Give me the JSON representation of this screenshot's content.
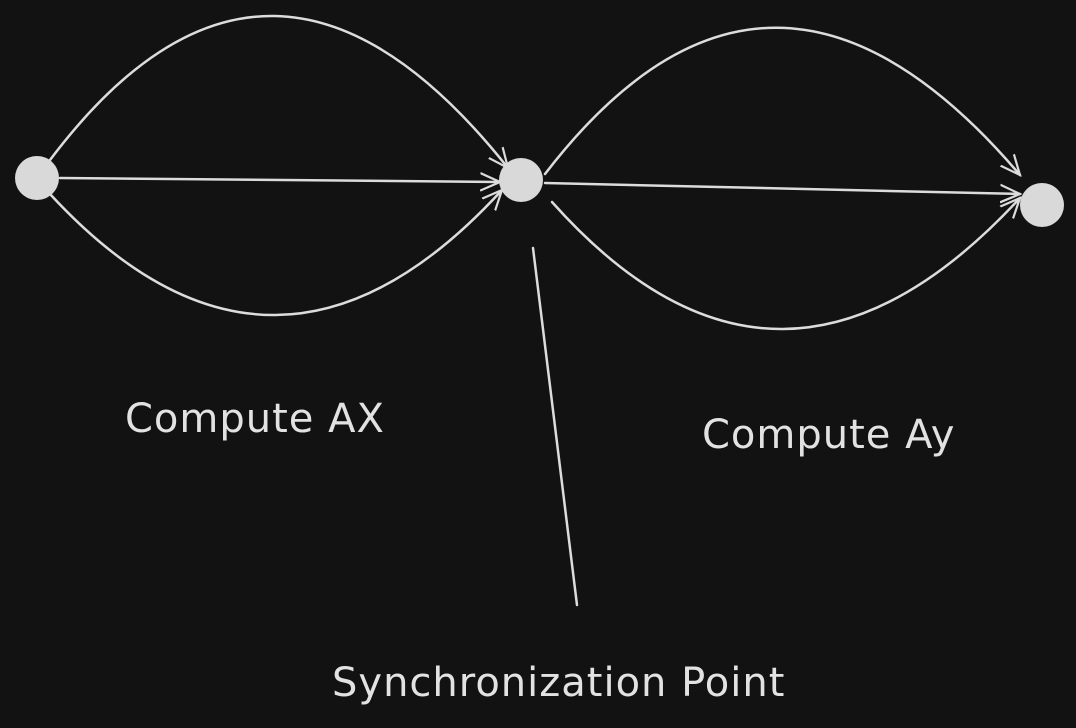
{
  "labels": {
    "compute_ax": "Compute AX",
    "compute_ay": "Compute Ay",
    "sync_point": "Synchronization Point"
  },
  "colors": {
    "background": "#121212",
    "stroke": "#dcdcdc",
    "node_fill": "#d9d9d9"
  }
}
